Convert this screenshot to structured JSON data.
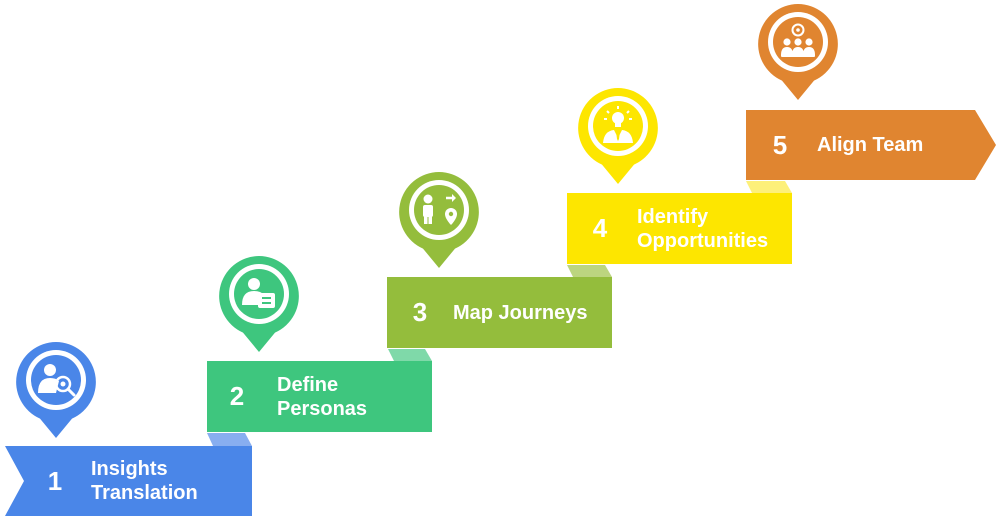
{
  "steps": [
    {
      "number": "1",
      "title_lines": [
        "Insights",
        "Translation"
      ],
      "color": "#4a86e8",
      "shade": "#88aef0",
      "icon": "user-search-icon"
    },
    {
      "number": "2",
      "title_lines": [
        "Define",
        "Personas"
      ],
      "color": "#3ec67e",
      "shade": "#7fd9a9",
      "icon": "persona-card-icon"
    },
    {
      "number": "3",
      "title_lines": [
        "Map Journeys"
      ],
      "color": "#94bd3c",
      "shade": "#bcd57f",
      "icon": "journey-map-icon"
    },
    {
      "number": "4",
      "title_lines": [
        "Identify",
        "Opportunities"
      ],
      "color": "#fde600",
      "shade": "#fdf07a",
      "icon": "idea-person-icon"
    },
    {
      "number": "5",
      "title_lines": [
        "Align Team"
      ],
      "color": "#e08530",
      "shade": "#ebab71",
      "icon": "team-icon"
    }
  ]
}
